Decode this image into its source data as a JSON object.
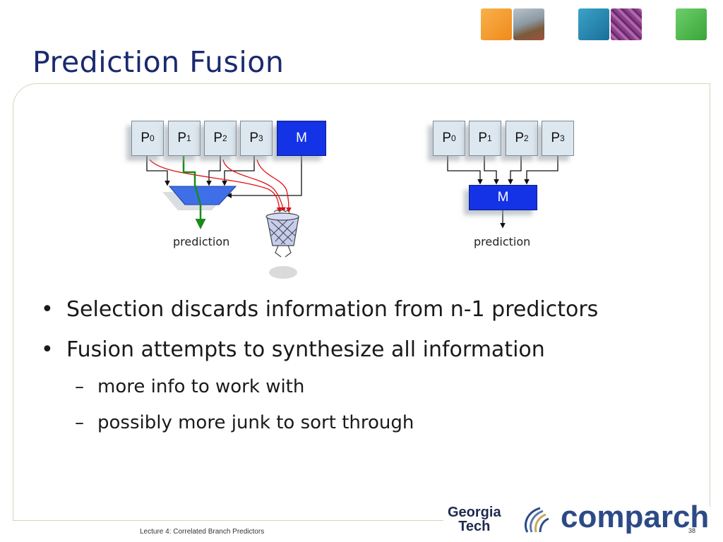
{
  "slide": {
    "title": "Prediction Fusion",
    "footer": "Lecture 4: Correlated Branch Predictors",
    "page_number": "38"
  },
  "diagram_left": {
    "predictors": [
      {
        "base": "P",
        "sub": "0"
      },
      {
        "base": "P",
        "sub": "1"
      },
      {
        "base": "P",
        "sub": "2"
      },
      {
        "base": "P",
        "sub": "3"
      }
    ],
    "meta_label": "M",
    "output_label": "prediction",
    "colors": {
      "selected_path": "#1a8a1a",
      "discarded_path": "#e01010",
      "mux": "#3f6fe8"
    }
  },
  "diagram_right": {
    "predictors": [
      {
        "base": "P",
        "sub": "0"
      },
      {
        "base": "P",
        "sub": "1"
      },
      {
        "base": "P",
        "sub": "2"
      },
      {
        "base": "P",
        "sub": "3"
      }
    ],
    "fusion_label": "M",
    "output_label": "prediction"
  },
  "bullets": [
    {
      "mark": "•",
      "text": "Selection discards information from n-1 predictors"
    },
    {
      "mark": "•",
      "text": "Fusion attempts to synthesize all information"
    }
  ],
  "subbullets": [
    {
      "mark": "–",
      "text": "more info to work with"
    },
    {
      "mark": "–",
      "text": "possibly more junk to sort through"
    }
  ],
  "logos": {
    "gt_line1": "Georgia",
    "gt_line2": "Tech",
    "comparch": "comparch"
  },
  "colors": {
    "title": "#1a2a6e",
    "meta_box": "#1433e6",
    "predictor_box": "#dde7f0",
    "frame": "#d8d4bd"
  }
}
